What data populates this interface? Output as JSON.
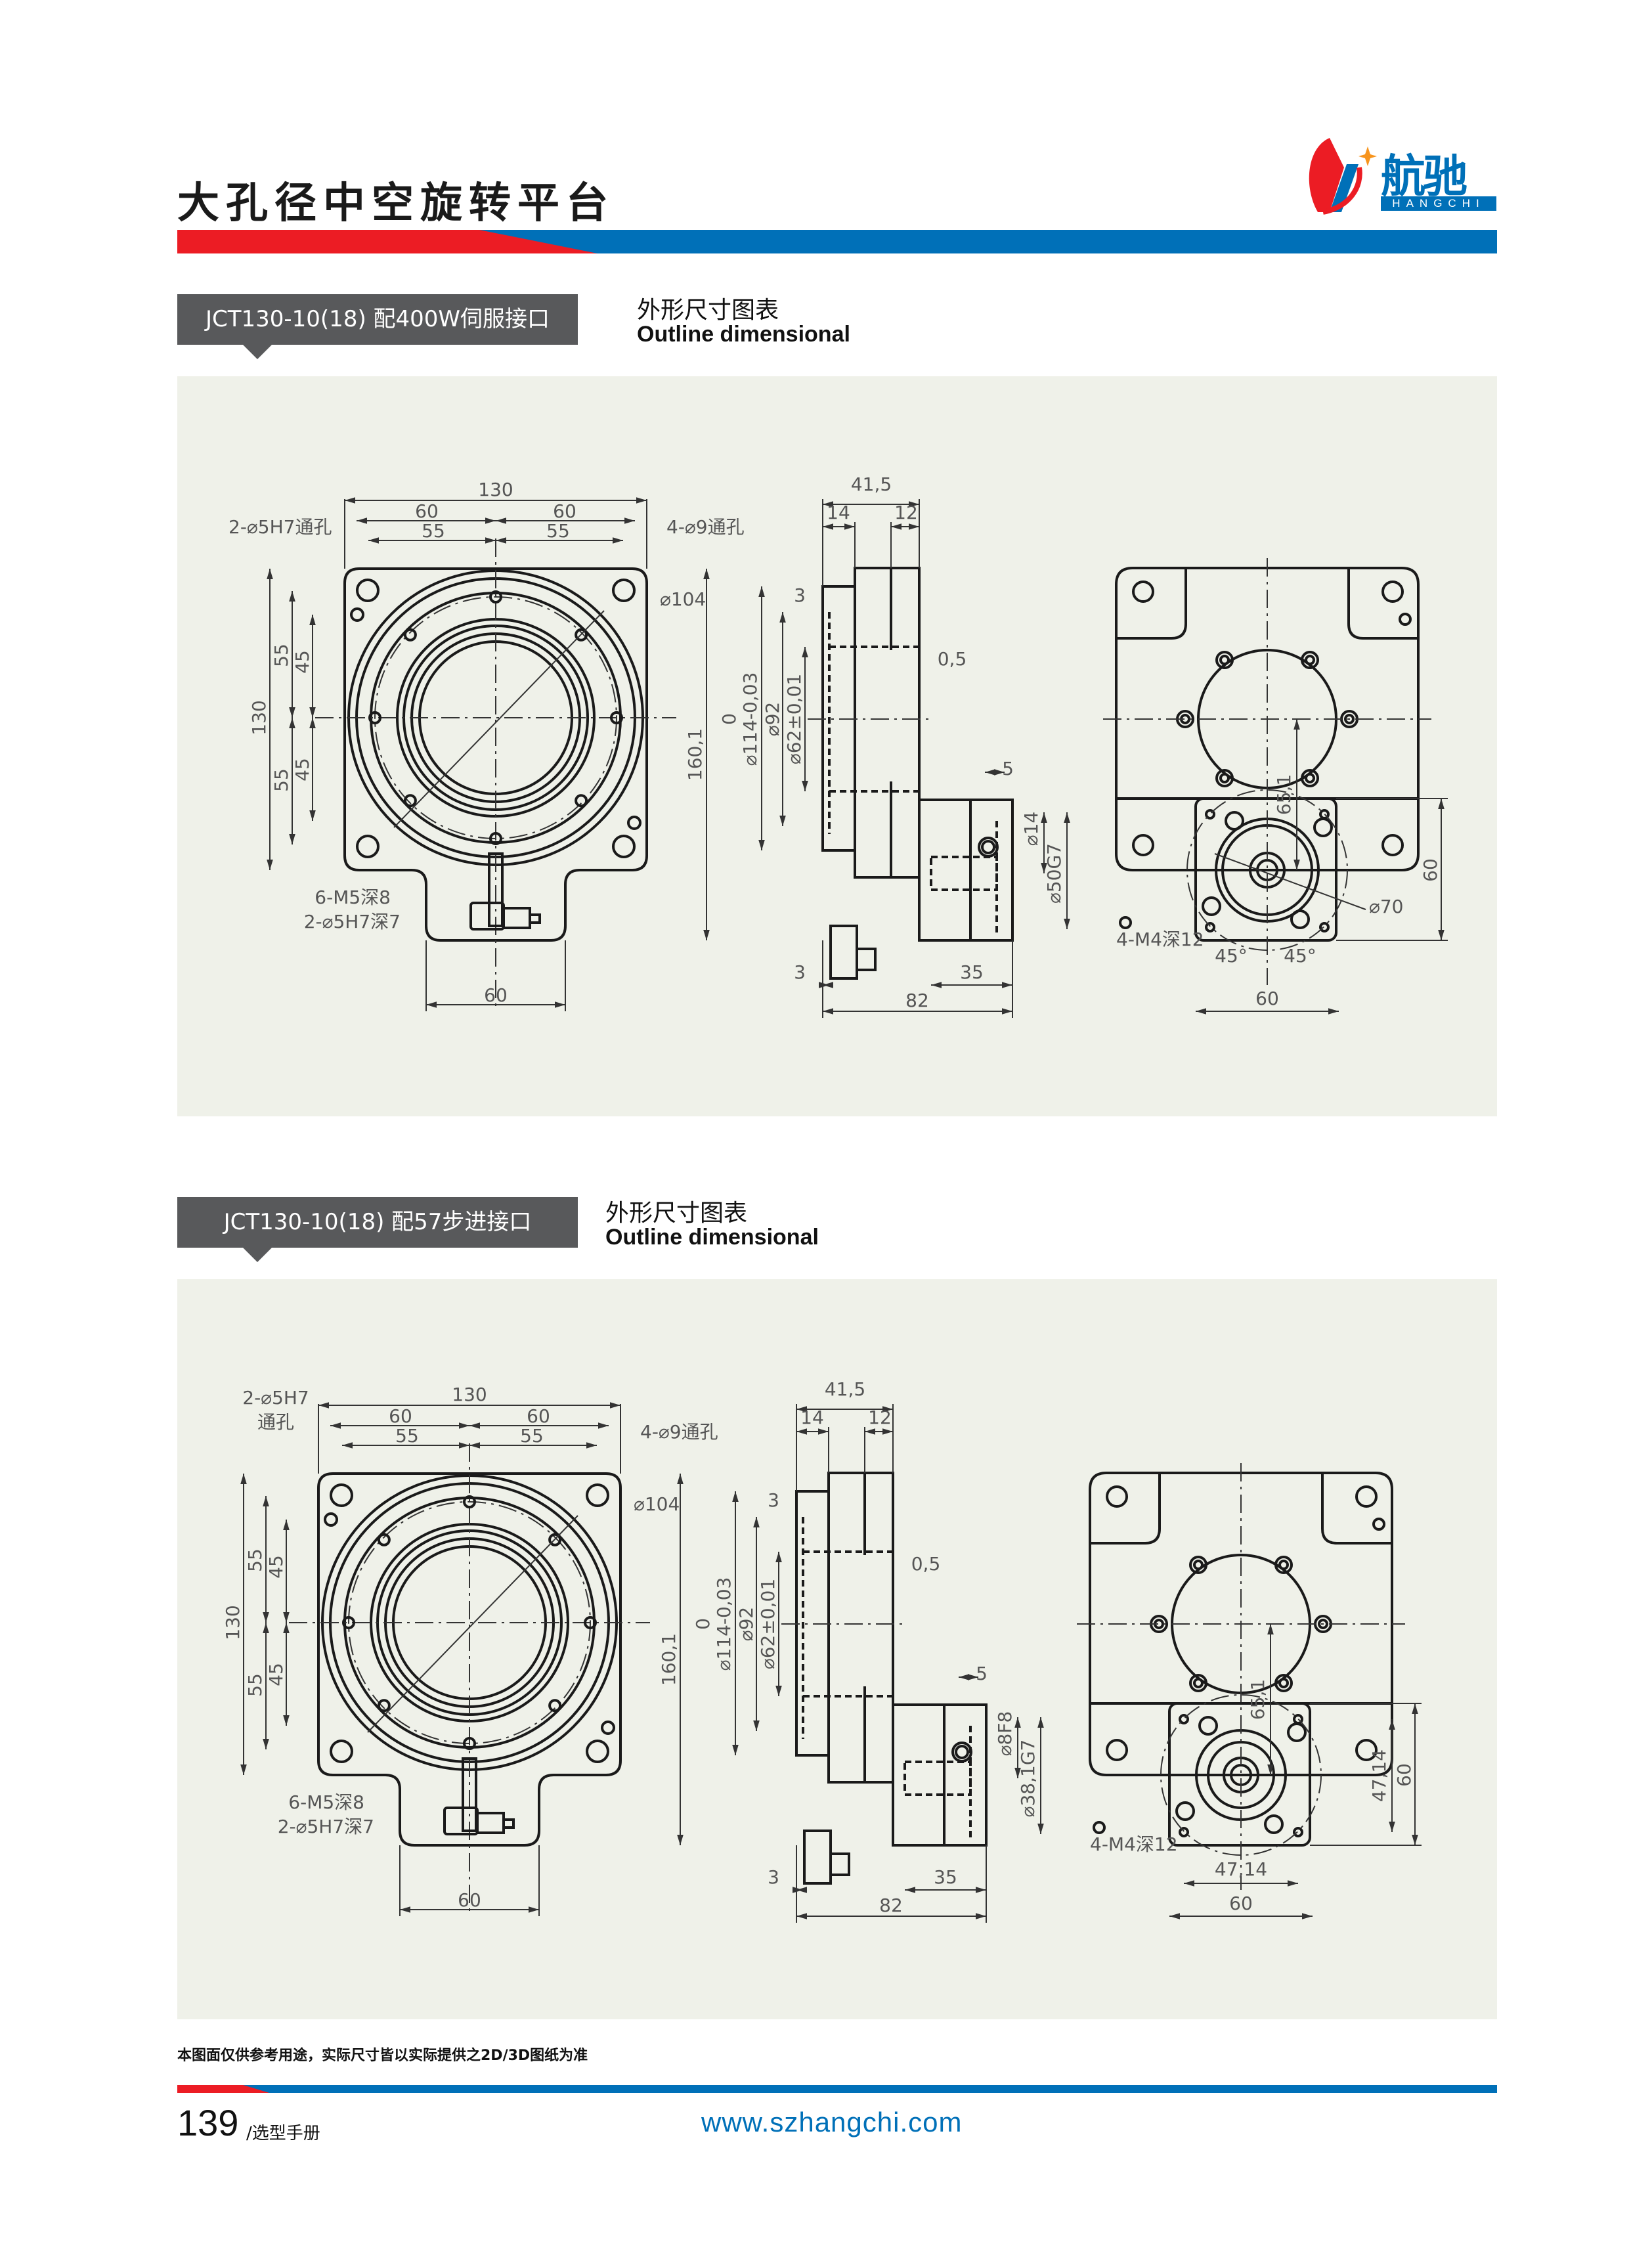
{
  "header": {
    "title": "大孔径中空旋转平台",
    "logo_cn": "航驰",
    "logo_en": "HANGCHI"
  },
  "colors": {
    "brand_red": "#ec1c24",
    "brand_blue": "#0070b8",
    "tag_gray": "#58595b",
    "panel_bg": "#eff1e9"
  },
  "sections": [
    {
      "label": "JCT130-10(18) 配400W伺服接口",
      "heading_cn": "外形尺寸图表",
      "heading_en": "Outline dimensional",
      "top": {
        "w130": "130",
        "w60": "60",
        "w55": "55",
        "hole_through": "2-⌀5H7通孔",
        "mount_holes": "4-⌀9通孔",
        "d104": "⌀104",
        "h130": "130",
        "h55": "55",
        "h45": "45",
        "h160": "160,1",
        "m5": "6-M5深8",
        "pin": "2-⌀5H7深7",
        "tab60": "60"
      },
      "side": {
        "w41": "41,5",
        "w14": "14",
        "w12": "12",
        "t3": "3",
        "gap": "0,5",
        "zero": "0",
        "d114": "⌀114-0,03",
        "d92": "⌀92",
        "d62": "⌀62±0,01",
        "s5": "5",
        "shaft": "⌀14",
        "pilot": "⌀50G7",
        "b3": "3",
        "m35": "35",
        "l82": "82"
      },
      "right": {
        "h65": "65,1",
        "d70": "⌀70",
        "m4": "4-M4深12",
        "a45": "45°",
        "w60": "60",
        "h60": "60"
      }
    },
    {
      "label": "JCT130-10(18) 配57步进接口",
      "heading_cn": "外形尺寸图表",
      "heading_en": "Outline dimensional",
      "top": {
        "w130": "130",
        "w60": "60",
        "w55": "55",
        "hole_through": "2-⌀5H7",
        "hole_through_2": "通孔",
        "mount_holes": "4-⌀9通孔",
        "d104": "⌀104",
        "h130": "130",
        "h55": "55",
        "h45": "45",
        "h160": "160,1",
        "m5": "6-M5深8",
        "pin": "2-⌀5H7深7",
        "tab60": "60"
      },
      "side": {
        "w41": "41,5",
        "w14": "14",
        "w12": "12",
        "t3": "3",
        "gap": "0,5",
        "zero": "0",
        "d114": "⌀114-0,03",
        "d92": "⌀92",
        "d62": "⌀62±0,01",
        "s5": "5",
        "shaft": "⌀8F8",
        "pilot": "⌀38,1G7",
        "b3": "3",
        "m35": "35",
        "l82": "82"
      },
      "right": {
        "h65": "65,1",
        "m4": "4-M4深12",
        "w47": "47,14",
        "h47": "47,14",
        "w60": "60",
        "h60": "60"
      }
    }
  ],
  "footer": {
    "note": "本图面仅供参考用途，实际尺寸皆以实际提供之2D/3D图纸为准",
    "page_number": "139",
    "page_suffix": "/选型手册",
    "url": "www.szhangchi.com"
  }
}
